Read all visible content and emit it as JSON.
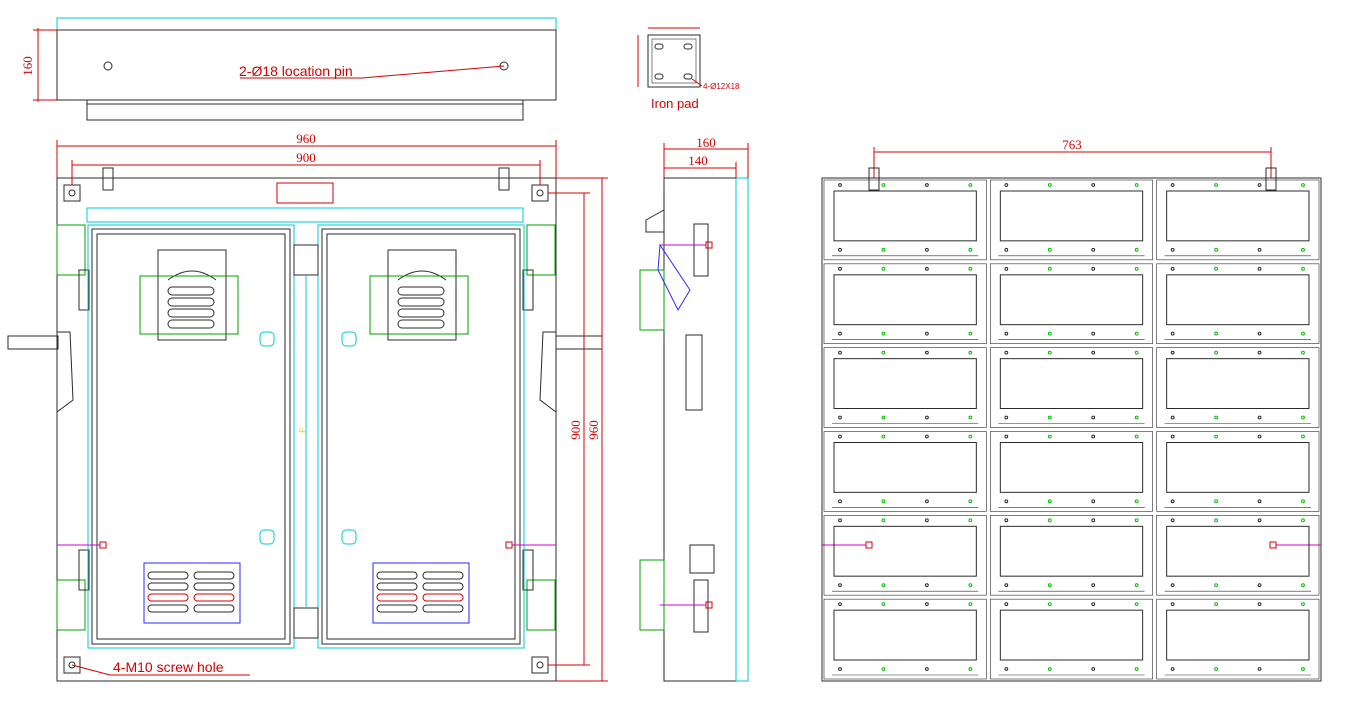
{
  "top_view": {
    "dim_height": "160",
    "pin_note": "2-Ø18 location pin"
  },
  "iron_pad": {
    "label": "Iron pad",
    "hole_note": "4-Ø12X18"
  },
  "front_view": {
    "dim_width_outer": "960",
    "dim_width_inner": "900",
    "dim_height_inner": "900",
    "dim_height_outer": "960",
    "screw_note": "4-M10 screw hole",
    "center_mark": "E"
  },
  "side_view": {
    "dim_depth_outer": "160",
    "dim_depth_inner": "140"
  },
  "module_view": {
    "dim_width": "763",
    "rows": 6,
    "cols": 3
  },
  "colors": {
    "outline": "#2b2b2b",
    "dimension": "#d40000",
    "cyan": "#00c8d8",
    "green": "#00a000",
    "magenta": "#d000d0",
    "blue": "#2a2aff",
    "yellow": "#e6d000"
  }
}
